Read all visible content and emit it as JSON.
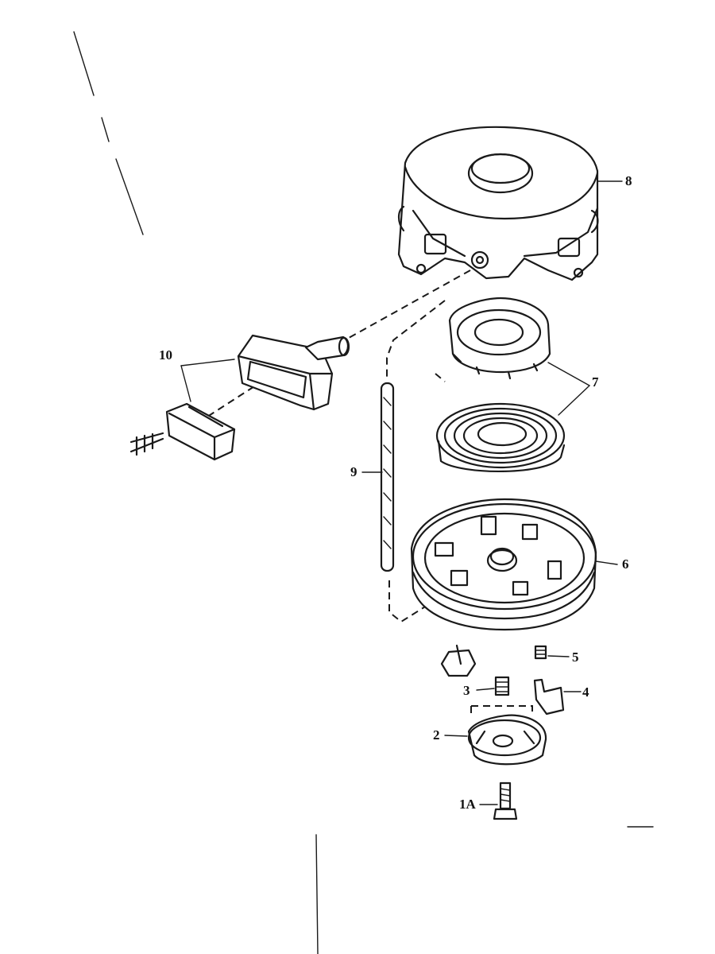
{
  "diagram": {
    "type": "exploded parts view",
    "callouts": {
      "p8": "8",
      "p10": "10",
      "p7": "7",
      "p9": "9",
      "p6": "6",
      "p5": "5",
      "p3": "3",
      "p4": "4",
      "p2": "2",
      "p1a": "1A"
    }
  }
}
